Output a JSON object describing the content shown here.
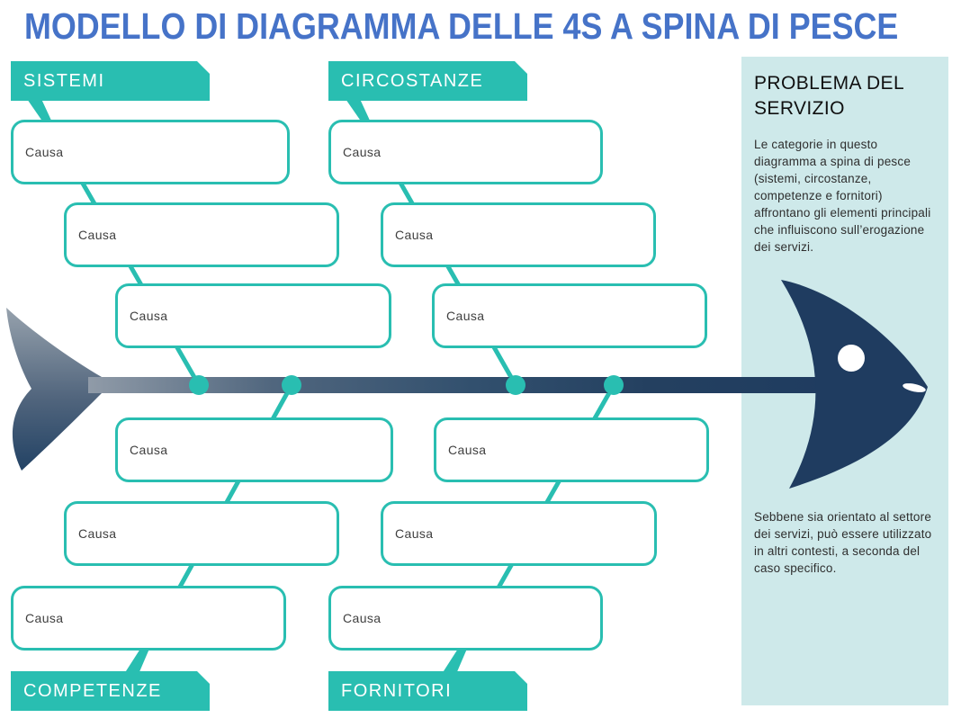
{
  "title": "MODELLO DI DIAGRAMMA DELLE 4S A SPINA DI PESCE",
  "categories": [
    {
      "id": "sistemi",
      "label": "SISTEMI",
      "position": "top-left",
      "causes": [
        "Causa",
        "Causa",
        "Causa"
      ]
    },
    {
      "id": "circostanze",
      "label": "CIRCOSTANZE",
      "position": "top-middle",
      "causes": [
        "Causa",
        "Causa",
        "Causa"
      ]
    },
    {
      "id": "competenze",
      "label": "COMPETENZE",
      "position": "bottom-left",
      "causes": [
        "Causa",
        "Causa",
        "Causa"
      ]
    },
    {
      "id": "fornitori",
      "label": "FORNITORI",
      "position": "bottom-middle",
      "causes": [
        "Causa",
        "Causa",
        "Causa"
      ]
    }
  ],
  "panel": {
    "heading": "PROBLEMA DEL SERVIZIO",
    "paragraph1": "Le categorie in questo diagramma a spina di pesce (sistemi, circostanze, competenze e fornitori) affrontano gli elementi principali che influiscono sull’erogazione dei servizi.",
    "paragraph2": "Sebbene sia orientato al settore dei servizi, può essere utilizzato in altri contesti, a seconda del caso specifico."
  },
  "colors": {
    "teal_accent": "#29BEB1",
    "navy_fish": "#1F3C60",
    "panel_background": "#CEE9EA",
    "title_blue": "#4673C8"
  }
}
